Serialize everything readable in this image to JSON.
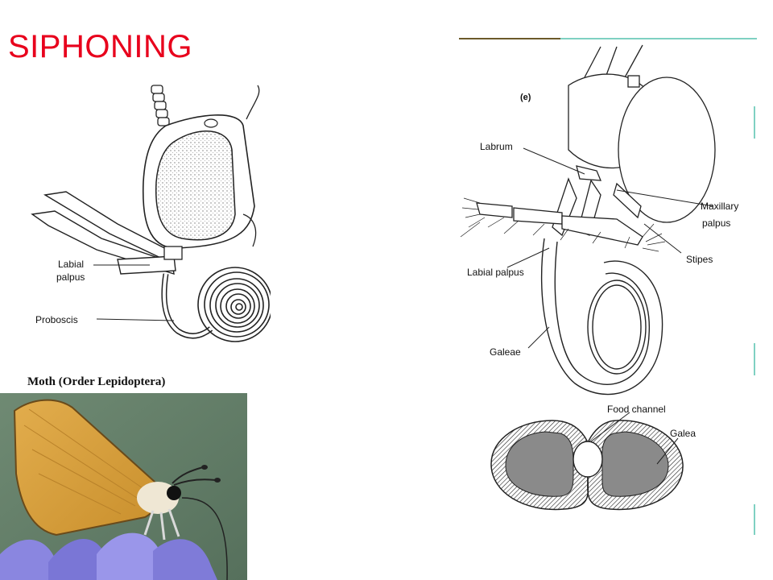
{
  "slide": {
    "title": "SIPHONING"
  },
  "moth_diagram": {
    "labels": {
      "labial_palpus_line1": "Labial",
      "labial_palpus_line2": "palpus",
      "proboscis": "Proboscis"
    },
    "caption": "Moth (Order Lepidoptera)"
  },
  "mouthpart_diagram": {
    "panel_letter": "(e)",
    "labels": {
      "labrum": "Labrum",
      "maxillary_palpus_line1": "Maxillary",
      "maxillary_palpus_line2": "palpus",
      "stipes": "Stipes",
      "labial_palpus": "Labial palpus",
      "galeae": "Galeae"
    }
  },
  "cross_section": {
    "labels": {
      "food_channel": "Food channel",
      "galea": "Galea"
    }
  },
  "colors": {
    "title": "#e8001c",
    "stipple": "#dcdcdc",
    "section_fill": "#8a8a8a",
    "wing": "#d9a441"
  }
}
